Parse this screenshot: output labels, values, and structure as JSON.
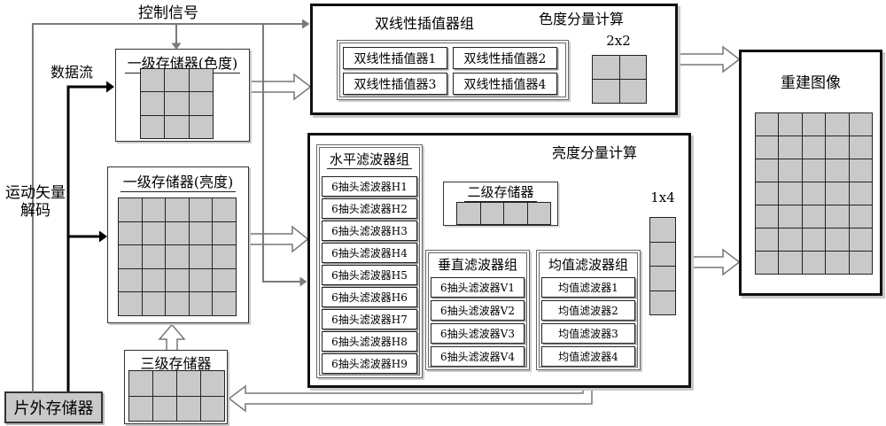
{
  "diagram": {
    "labels": {
      "control_signal": "控制信号",
      "data_stream": "数据流",
      "motion_vector_decode_line1": "运动矢量",
      "motion_vector_decode_line2": "解码",
      "off_chip_memory": "片外存储器",
      "l1_memory_chroma": "一级存储器(色度)",
      "l1_memory_luma": "一级存储器(亮度)",
      "l3_memory": "三级存储器",
      "l2_memory": "二级存储器",
      "chroma_component_calc": "色度分量计算",
      "luma_component_calc": "亮度分量计算",
      "bilinear_interpolator_group": "双线性插值器组",
      "horizontal_filter_group": "水平滤波器组",
      "vertical_filter_group": "垂直滤波器组",
      "mean_filter_group": "均值滤波器组",
      "reconstructed_image": "重建图像",
      "block_2x2": "2x2",
      "block_1x4": "1x4"
    },
    "bilinear_interpolators": [
      "双线性插值器1",
      "双线性插值器2",
      "双线性插值器3",
      "双线性插值器4"
    ],
    "horizontal_filters": [
      "6抽头滤波器H1",
      "6抽头滤波器H2",
      "6抽头滤波器H3",
      "6抽头滤波器H4",
      "6抽头滤波器H5",
      "6抽头滤波器H6",
      "6抽头滤波器H7",
      "6抽头滤波器H8",
      "6抽头滤波器H9"
    ],
    "vertical_filters": [
      "6抽头滤波器V1",
      "6抽头滤波器V2",
      "6抽头滤波器V3",
      "6抽头滤波器V4"
    ],
    "mean_filters": [
      "均值滤波器1",
      "均值滤波器2",
      "均值滤波器3",
      "均值滤波器4"
    ],
    "grids": {
      "l1_chroma": {
        "cols": 3,
        "rows": 3
      },
      "l1_luma": {
        "cols": 5,
        "rows": 5
      },
      "l2": {
        "cols": 4,
        "rows": 1
      },
      "l3": {
        "cols": 4,
        "rows": 2
      },
      "chroma_block_2x2": {
        "cols": 2,
        "rows": 2
      },
      "luma_block_1x4": {
        "cols": 1,
        "rows": 4
      },
      "reconstructed": {
        "cols": 5,
        "rows": 7
      }
    },
    "colors": {
      "cell_fill": "#c9c9c9",
      "line_gray": "#7a7a7a",
      "line_black": "#000000",
      "box_border": "#111111"
    }
  }
}
